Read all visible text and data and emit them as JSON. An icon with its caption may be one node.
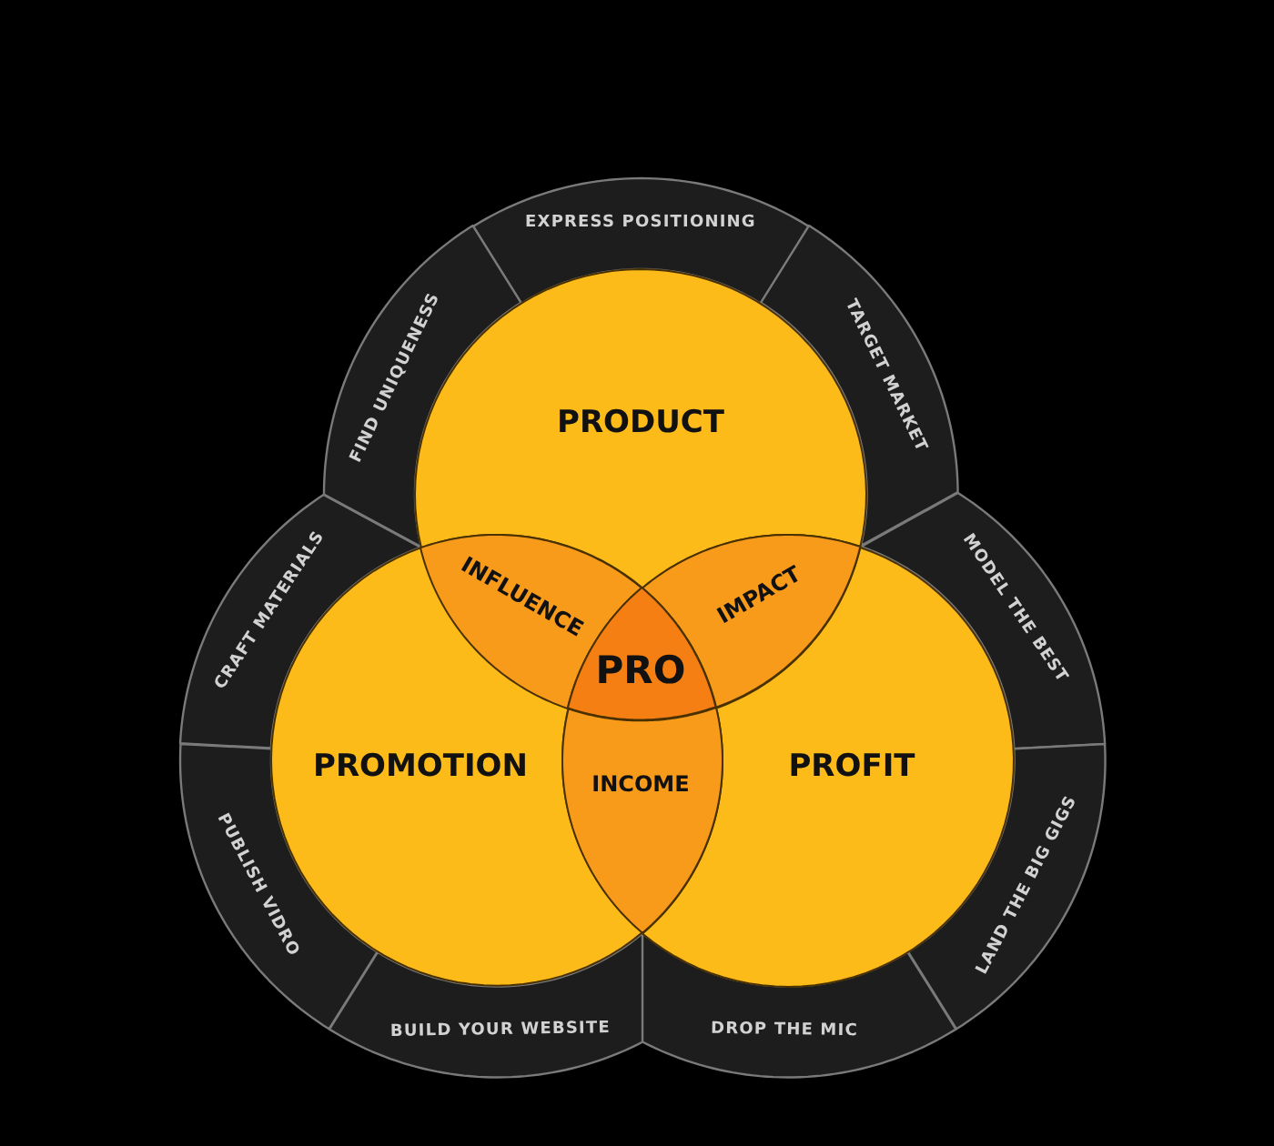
{
  "diagram": {
    "nodes": [
      {
        "text": [
          "EXPRESS POSITIONING"
        ]
      },
      {
        "text": [
          "FIND UNIQUENESS"
        ]
      },
      {
        "text": [
          "PRODUCT"
        ]
      },
      {
        "text": [
          "TARGET MARKET"
        ]
      },
      {
        "text": [
          "CRAFT MATERIALS"
        ]
      },
      {
        "text": [
          "INFLUENCE"
        ]
      },
      {
        "text": [
          "IMPACT"
        ]
      },
      {
        "text": [
          "MODEL THE BEST"
        ]
      },
      {
        "text": [
          "PRO"
        ]
      },
      {
        "text": [
          "PROMOTION"
        ]
      },
      {
        "text": [
          "INCOME"
        ]
      },
      {
        "text": [
          "PROFIT"
        ]
      },
      {
        "text": [
          "PUBLISH VIDRO"
        ]
      },
      {
        "text": [
          "LAND THE BIG GIGS"
        ]
      },
      {
        "text": [
          "BUILD YOUR WEBSITE"
        ]
      },
      {
        "text": [
          "DROP THE MIC"
        ]
      }
    ]
  }
}
